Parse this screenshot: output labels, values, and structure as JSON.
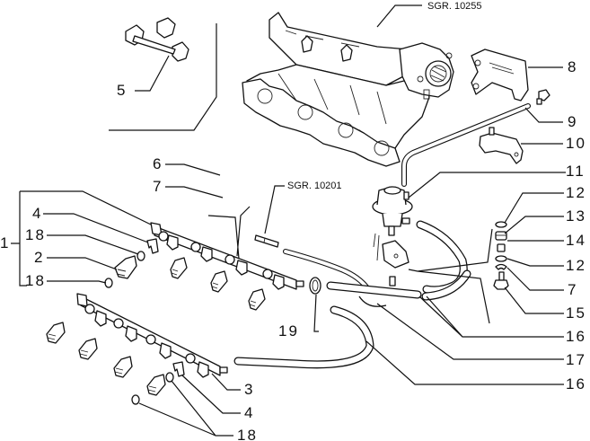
{
  "diagram": {
    "title": "Fuel injection rail and hoses — exploded parts view",
    "references": {
      "manifold": "SGR. 10255",
      "fuel_line": "SGR. 10201"
    },
    "callouts": {
      "c1": "1",
      "c2": "2",
      "c3": "3",
      "c4a": "4",
      "c4b": "4",
      "c5": "5",
      "c6": "6",
      "c7a": "7",
      "c7b": "7",
      "c8": "8",
      "c9": "9",
      "c10": "10",
      "c11": "11",
      "c12a": "12",
      "c12b": "12",
      "c13": "13",
      "c14": "14",
      "c15": "15",
      "c16a": "16",
      "c16b": "16",
      "c17": "17",
      "c18a": "18",
      "c18b": "18",
      "c18c": "18",
      "c19": "19"
    }
  }
}
